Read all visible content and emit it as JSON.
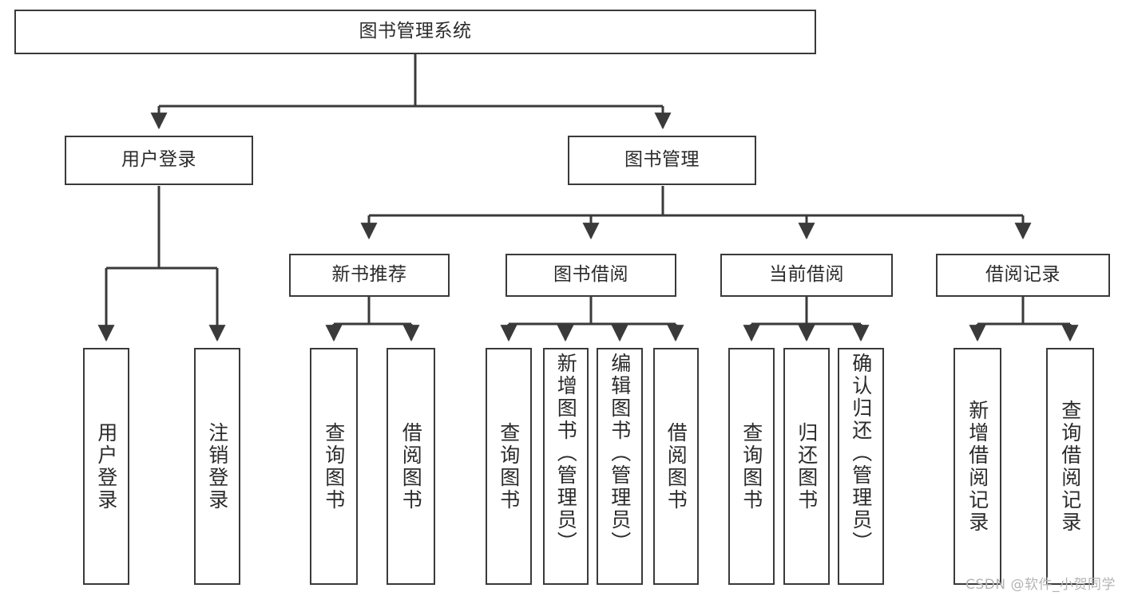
{
  "diagram": {
    "title": "图书管理系统",
    "type": "hierarchy-tree",
    "watermark": "CSDN @软件_小贺同学",
    "colors": {
      "box_border": "#3a3a3a",
      "box_fill": "#ffffff",
      "edge": "#3a3a3a",
      "text": "#2b2b2b",
      "watermark": "#b4b4b4",
      "background": "#ffffff"
    },
    "nodes": {
      "root": {
        "label": "图书管理系统",
        "level": 1
      },
      "level2": [
        {
          "id": "user-login",
          "label": "用户登录"
        },
        {
          "id": "book-management",
          "label": "图书管理"
        }
      ],
      "level3": [
        {
          "id": "new-book-recommend",
          "label": "新书推荐"
        },
        {
          "id": "book-borrow",
          "label": "图书借阅"
        },
        {
          "id": "current-borrow",
          "label": "当前借阅"
        },
        {
          "id": "borrow-record",
          "label": "借阅记录"
        }
      ],
      "leaves": {
        "user-login": [
          {
            "id": "leaf-user-login",
            "label": "用户登录"
          },
          {
            "id": "leaf-logout-login",
            "label": "注销登录"
          }
        ],
        "new-book-recommend": [
          {
            "id": "leaf-query-book-1",
            "label": "查询图书"
          },
          {
            "id": "leaf-borrow-book-1",
            "label": "借阅图书"
          }
        ],
        "book-borrow": [
          {
            "id": "leaf-query-book-2",
            "label": "查询图书"
          },
          {
            "id": "leaf-add-book",
            "label": "新增图书（管理员）"
          },
          {
            "id": "leaf-edit-book",
            "label": "编辑图书（管理员）"
          },
          {
            "id": "leaf-borrow-book-2",
            "label": "借阅图书"
          }
        ],
        "current-borrow": [
          {
            "id": "leaf-query-book-3",
            "label": "查询图书"
          },
          {
            "id": "leaf-return-book",
            "label": "归还图书"
          },
          {
            "id": "leaf-confirm-return",
            "label": "确认归还（管理员）"
          }
        ],
        "borrow-record": [
          {
            "id": "leaf-add-record",
            "label": "新增借阅记录"
          },
          {
            "id": "leaf-query-record",
            "label": "查询借阅记录"
          }
        ]
      }
    }
  }
}
